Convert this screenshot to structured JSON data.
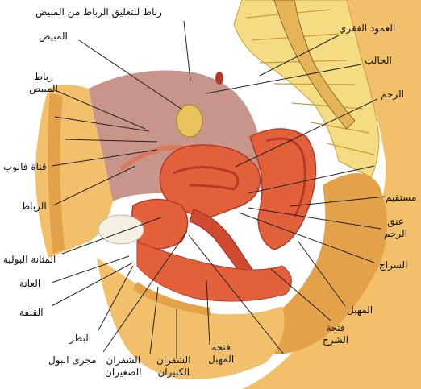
{
  "labels": {
    "suspensory_ligament": "رباط للتعليق الرباط من المبيض",
    "ovary": "المبيض",
    "ovarian_ligament_1": "رباط",
    "ovarian_ligament_2": "المبيض",
    "fallopian_tube": "قناة فالوب",
    "ligament": "الرباط",
    "bladder": "المثانة البولية",
    "pubis": "العانة",
    "prepuce": "القلفة",
    "clitoris": "البظر",
    "urethra": "مجرى البول",
    "labia_minora_1": "الشفران",
    "labia_minora_2": "الصغيران",
    "labia_majora_1": "الشفران",
    "labia_majora_2": "الكبيران",
    "vaginal_opening_1": "فتحة",
    "vaginal_opening_2": "المهبل",
    "spine": "العمود الفقري",
    "ureter": "الحالب",
    "uterus": "الرحم",
    "rectum": "مستقيم",
    "cervix_1": "عنق",
    "cervix_2": "الرحم",
    "perineum": "السراج",
    "vagina": "المهبل",
    "anus_1": "فتحة",
    "anus_2": "الشرج"
  },
  "colors": {
    "skin": "#f2c06a",
    "skin_dark": "#e3a24a",
    "muscle": "#e2603a",
    "muscle_dark": "#b8382a",
    "cavity": "#c7958a",
    "bone": "#f4dc82",
    "ovary": "#e8c45a",
    "background": "#ffffff"
  },
  "icons": [
    "anatomy-illustration"
  ]
}
